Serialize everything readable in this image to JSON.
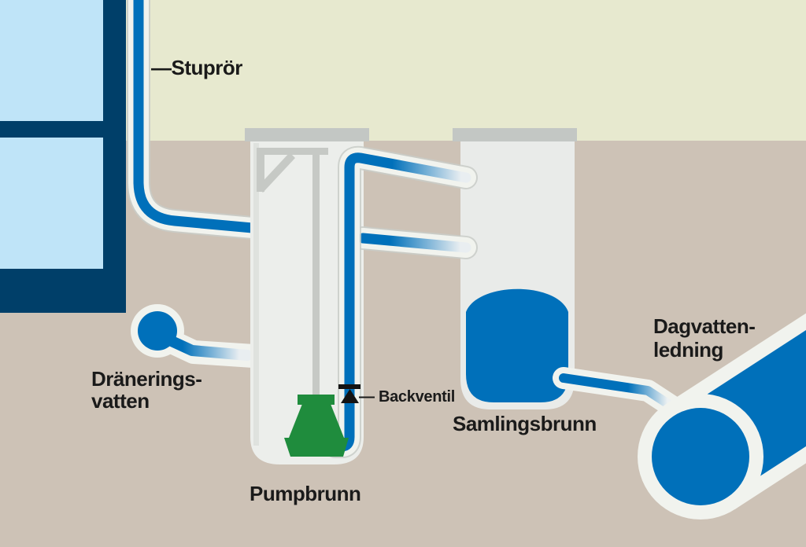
{
  "diagram": {
    "description_labels": {
      "stupror": "—Stuprör",
      "draneringsvatten_line1": "Dränerings-",
      "draneringsvatten_line2": "vatten",
      "pumpbrunn": "Pumpbrunn",
      "backventil": "— Backventil",
      "samlingsbrunn": "Samlingsbrunn",
      "dagvattenledning_line1": "Dagvatten-",
      "dagvattenledning_line2": "ledning"
    },
    "colors": {
      "pipe_blue": "#0070ba",
      "house_navy": "#003f69",
      "window_pane_blue": "#bfe4f8",
      "above_ground_cream": "#e7e9cf",
      "soil_tan": "#cdc2b6",
      "well_body_gray": "#eceeeb",
      "well_cap_gray": "#c3c7c4",
      "structure_gray": "#c6c9c5",
      "pump_green": "#1f8c3d",
      "pipe_outline_white": "#f1f3ee",
      "valve_black": "#141414",
      "label_text": "#1a1a1a"
    }
  }
}
